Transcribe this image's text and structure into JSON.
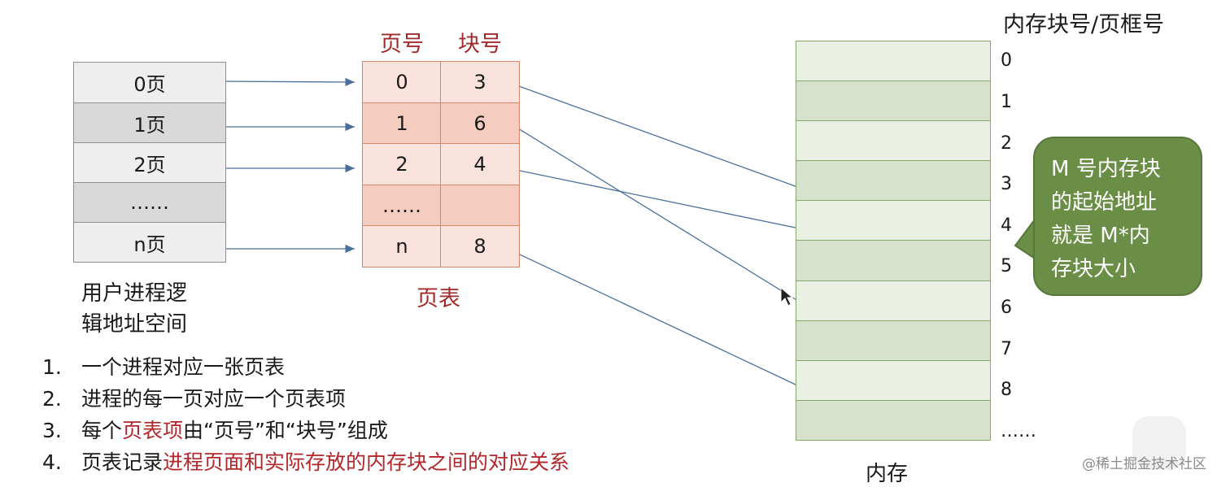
{
  "user_address_space": {
    "rows": [
      "0页",
      "1页",
      "2页",
      "……",
      "n页"
    ],
    "caption_line1": "用户进程逻",
    "caption_line2": "辑地址空间"
  },
  "page_table": {
    "header_page_no": "页号",
    "header_block_no": "块号",
    "rows": [
      {
        "page": "0",
        "block": "3"
      },
      {
        "page": "1",
        "block": "6"
      },
      {
        "page": "2",
        "block": "4"
      },
      {
        "page": "……",
        "block": ""
      },
      {
        "page": "n",
        "block": "8"
      }
    ],
    "caption": "页表"
  },
  "memory": {
    "title": "内存块号/页框号",
    "block_numbers": [
      "0",
      "1",
      "2",
      "3",
      "4",
      "5",
      "6",
      "7",
      "8",
      "……"
    ],
    "caption": "内存"
  },
  "callout": {
    "line1": "M 号内存块",
    "line2": "的起始地址",
    "line3": "就是 M*内",
    "line4": "存块大小"
  },
  "notes": [
    {
      "num": "1.",
      "text": "一个进程对应一张页表",
      "highlight": ""
    },
    {
      "num": "2.",
      "text": "进程的每一页对应一个页表项",
      "highlight": ""
    },
    {
      "num": "3.",
      "pre": "每个",
      "highlight": "页表项",
      "post": "由“页号”和“块号”组成"
    },
    {
      "num": "4.",
      "pre": "页表记录",
      "highlight": "进程页面和实际存放的内存块之间的对应关系",
      "post": ""
    }
  ],
  "watermark": "@稀土掘金技术社区",
  "colors": {
    "table_red": "#a32a2a",
    "arrow": "#4a6f9c",
    "callout_green": "#6b8e46"
  }
}
